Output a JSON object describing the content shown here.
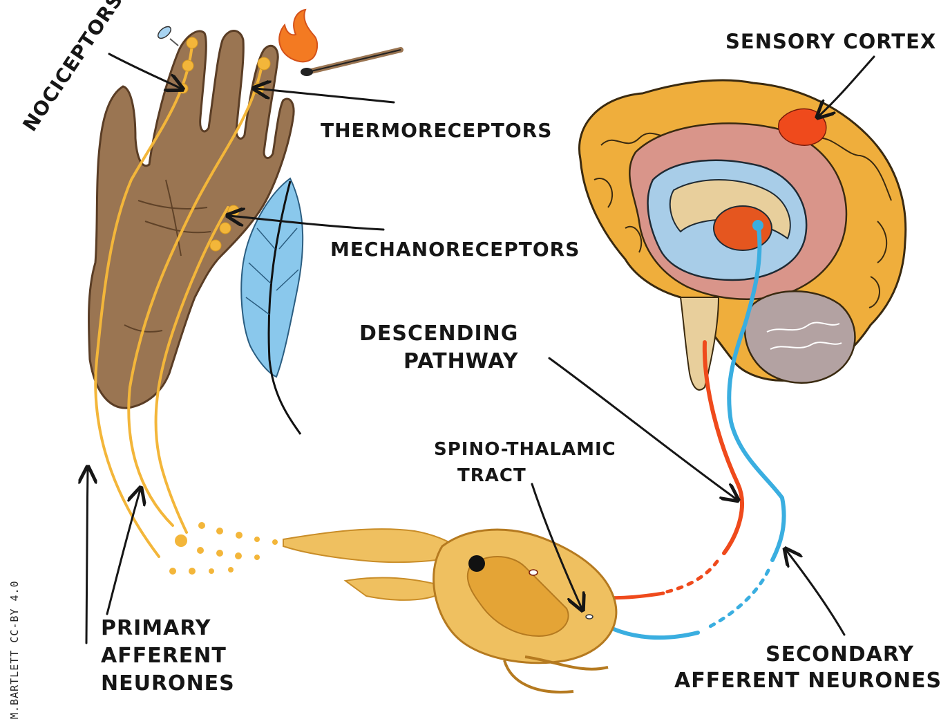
{
  "labels": {
    "nociceptors": "NOCICEPTORS",
    "thermoreceptors": "THERMORECEPTORS",
    "mechanoreceptors": "MECHANORECEPTORS",
    "sensory_cortex": "SENSORY CORTEX",
    "descending_line1": "DESCENDING",
    "descending_line2": "PATHWAY",
    "spino_line1": "SPINO-THALAMIC",
    "spino_line2": "TRACT",
    "primary_line1": "PRIMARY",
    "primary_line2": "AFFERENT",
    "primary_line3": "NEURONES",
    "secondary_line1": "SECONDARY",
    "secondary_line2": "AFFERENT NEURONES"
  },
  "credit": "M.BARTLETT CC-BY 4.0",
  "colors": {
    "skin": "#9a7552",
    "nerve": "#f3b63a",
    "ascending": "#3aaee0",
    "descending": "#ef4a1c",
    "cortex": "#efae3c",
    "brain_inner": "#d9958a",
    "ventricle": "#a8cde8",
    "cerebellum": "#b3a2a2",
    "spinal": "#efc060",
    "feather": "#8ac8ec",
    "flame": "#f37a22"
  }
}
